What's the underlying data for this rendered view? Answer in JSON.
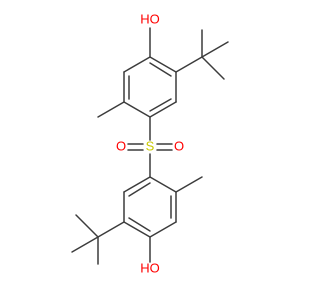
{
  "molecule": {
    "atom_labels": {
      "oh_top": "HO",
      "oh_bottom": "HO",
      "sulfur": "S",
      "oxygen_left": "O",
      "oxygen_right": "O"
    },
    "colors": {
      "bond": "#3c3c3c",
      "oxygen": "#ff0000",
      "sulfur": "#c9c900",
      "background": "#ffffff"
    }
  }
}
